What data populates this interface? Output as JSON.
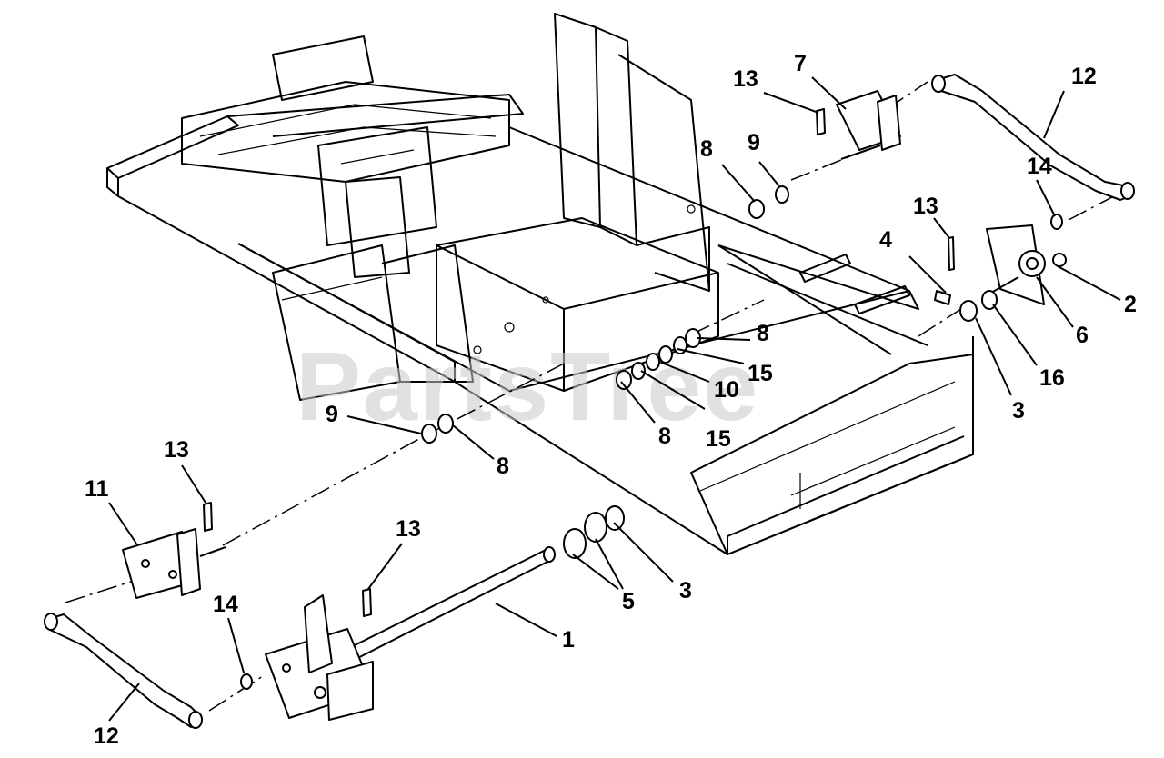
{
  "watermark": "PartsTree",
  "callouts": [
    {
      "id": "c1",
      "text": "1"
    },
    {
      "id": "c2",
      "text": "2"
    },
    {
      "id": "c3a",
      "text": "3"
    },
    {
      "id": "c3b",
      "text": "3"
    },
    {
      "id": "c4",
      "text": "4"
    },
    {
      "id": "c5",
      "text": "5"
    },
    {
      "id": "c6",
      "text": "6"
    },
    {
      "id": "c7",
      "text": "7"
    },
    {
      "id": "c8a",
      "text": "8"
    },
    {
      "id": "c8b",
      "text": "8"
    },
    {
      "id": "c8c",
      "text": "8"
    },
    {
      "id": "c8d",
      "text": "8"
    },
    {
      "id": "c9a",
      "text": "9"
    },
    {
      "id": "c9b",
      "text": "9"
    },
    {
      "id": "c10",
      "text": "10"
    },
    {
      "id": "c11",
      "text": "11"
    },
    {
      "id": "c12a",
      "text": "12"
    },
    {
      "id": "c12b",
      "text": "12"
    },
    {
      "id": "c13a",
      "text": "13"
    },
    {
      "id": "c13b",
      "text": "13"
    },
    {
      "id": "c13c",
      "text": "13"
    },
    {
      "id": "c13d",
      "text": "13"
    },
    {
      "id": "c14a",
      "text": "14"
    },
    {
      "id": "c14b",
      "text": "14"
    },
    {
      "id": "c15a",
      "text": "15"
    },
    {
      "id": "c15b",
      "text": "15"
    },
    {
      "id": "c16",
      "text": "16"
    }
  ]
}
